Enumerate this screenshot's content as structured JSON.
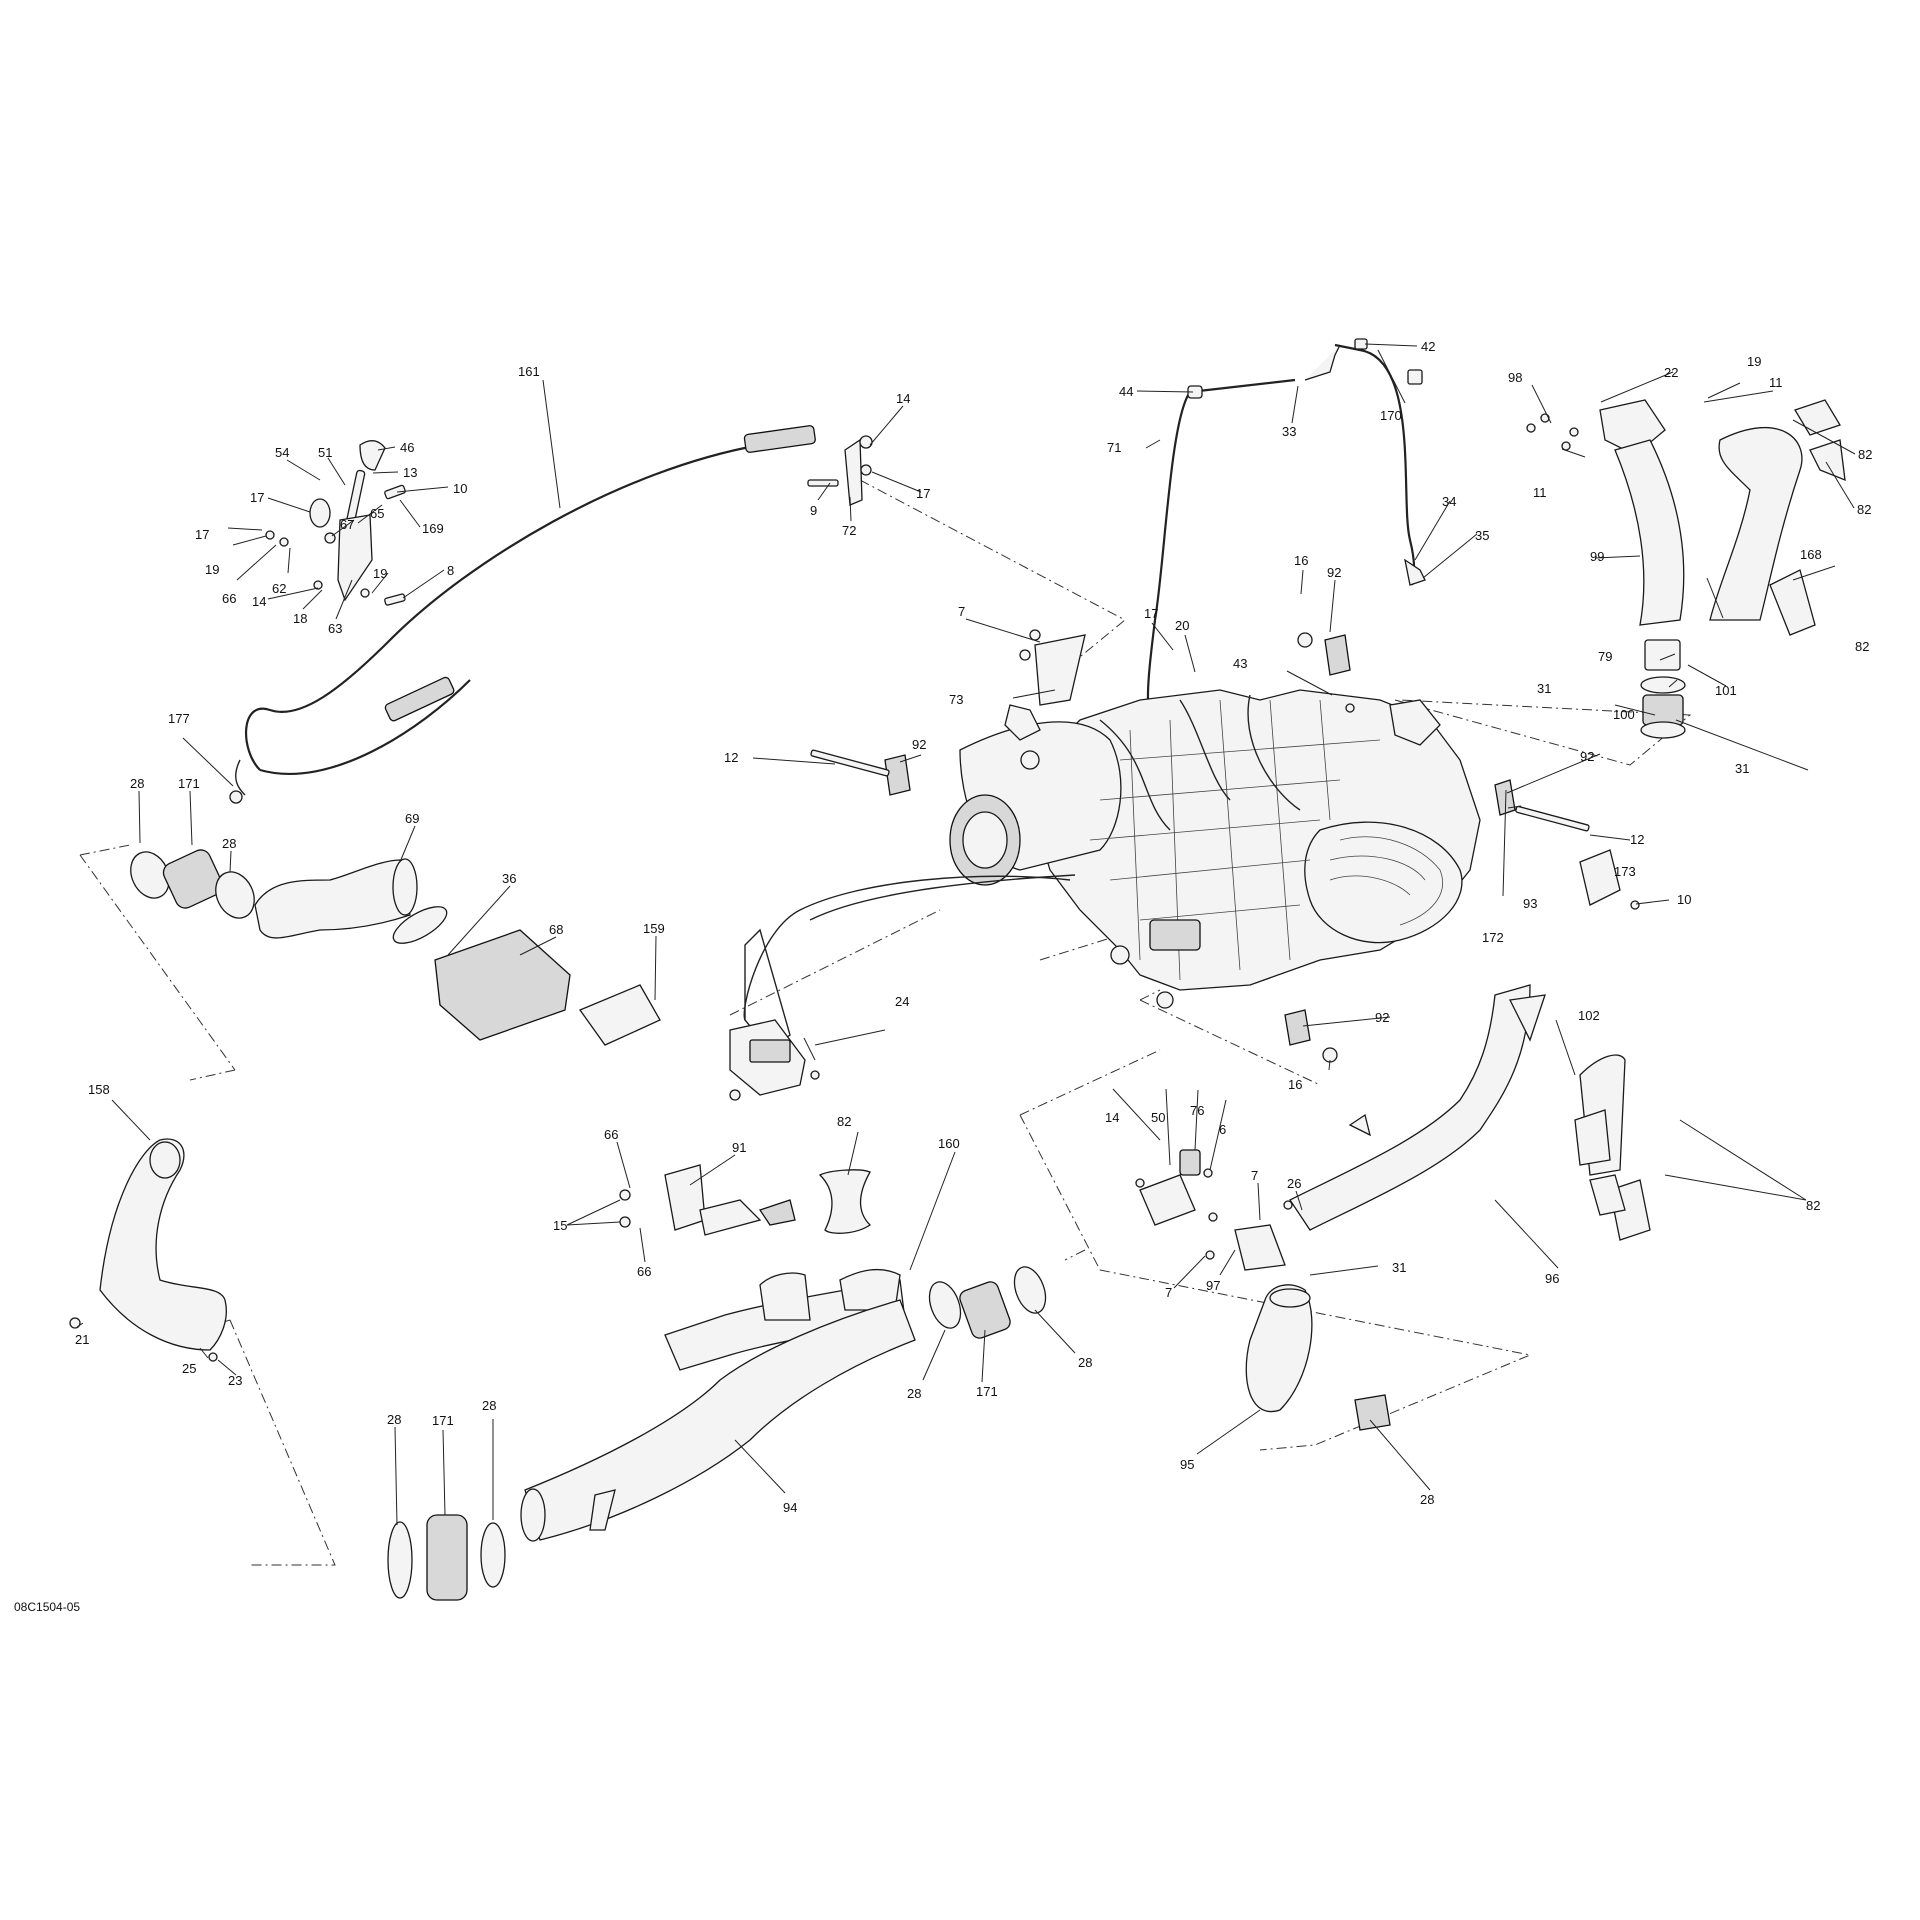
{
  "figure": {
    "id": "08C1504-05",
    "labels": [
      "177",
      "161",
      "54",
      "51",
      "46",
      "13",
      "10",
      "17",
      "17",
      "19",
      "66",
      "62",
      "67",
      "65",
      "169",
      "19",
      "8",
      "14",
      "18",
      "63",
      "14",
      "17",
      "9",
      "72",
      "28",
      "171",
      "28",
      "69",
      "36",
      "68",
      "159",
      "12",
      "92",
      "7",
      "73",
      "44",
      "71",
      "33",
      "42",
      "170",
      "34",
      "35",
      "16",
      "92",
      "17",
      "20",
      "43",
      "98",
      "22",
      "19",
      "11",
      "11",
      "99",
      "168",
      "82",
      "82",
      "82",
      "79",
      "31",
      "100",
      "101",
      "31",
      "92",
      "12",
      "173",
      "10",
      "93",
      "172",
      "24",
      "92",
      "16",
      "158",
      "21",
      "25",
      "23",
      "66",
      "91",
      "15",
      "66",
      "82",
      "160",
      "28",
      "171",
      "28",
      "14",
      "50",
      "76",
      "6",
      "7",
      "26",
      "7",
      "97",
      "102",
      "82",
      "96",
      "31",
      "95",
      "28",
      "94",
      "28",
      "171",
      "28"
    ]
  }
}
